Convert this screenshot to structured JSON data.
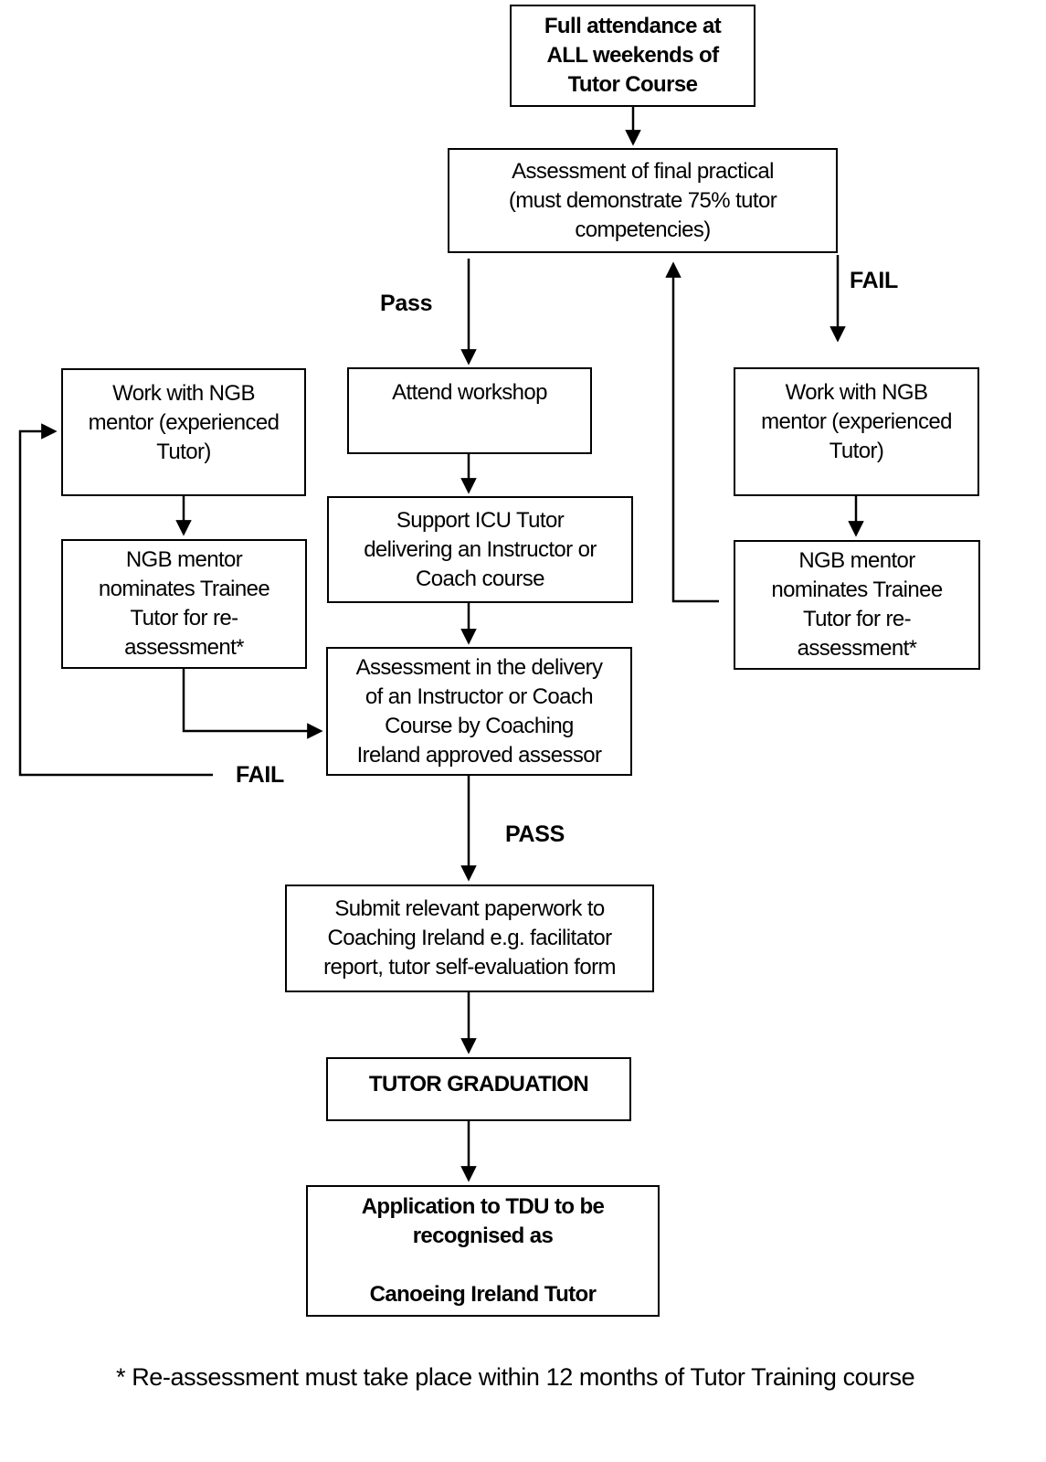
{
  "diagram": {
    "nodes": {
      "full_attendance": {
        "label": "Full attendance at\nALL weekends of\nTutor Course"
      },
      "assessment_final": {
        "label": "Assessment of final practical\n(must demonstrate 75% tutor\ncompetencies)"
      },
      "attend_workshop": {
        "label": "Attend workshop"
      },
      "support_icu": {
        "label": "Support ICU Tutor\ndelivering an Instructor or\nCoach course"
      },
      "assessment_delivery": {
        "label": "Assessment in the delivery\nof an Instructor or Coach\nCourse by Coaching\nIreland approved assessor"
      },
      "work_mentor_left": {
        "label": "Work with NGB\nmentor (experienced\nTutor)"
      },
      "nominates_left": {
        "label": "NGB mentor\nnominates Trainee\nTutor for re-\nassessment*"
      },
      "work_mentor_right": {
        "label": "Work with NGB\nmentor (experienced\nTutor)"
      },
      "nominates_right": {
        "label": "NGB mentor\nnominates Trainee\nTutor for re-\nassessment*"
      },
      "submit_paperwork": {
        "label": "Submit relevant paperwork to\nCoaching Ireland e.g. facilitator\nreport, tutor self-evaluation form"
      },
      "tutor_graduation": {
        "label": "TUTOR GRADUATION"
      },
      "application_tdu": {
        "label": "Application to TDU to be\nrecognised as\n\nCanoeing Ireland Tutor"
      }
    },
    "edge_labels": {
      "pass_top": "Pass",
      "fail_right": "FAIL",
      "fail_left": "FAIL",
      "pass_bottom": "PASS"
    },
    "footnote": "* Re-assessment must take place within 12 months of Tutor Training course",
    "colors": {
      "ink": "#000000",
      "background": "#ffffff"
    }
  }
}
